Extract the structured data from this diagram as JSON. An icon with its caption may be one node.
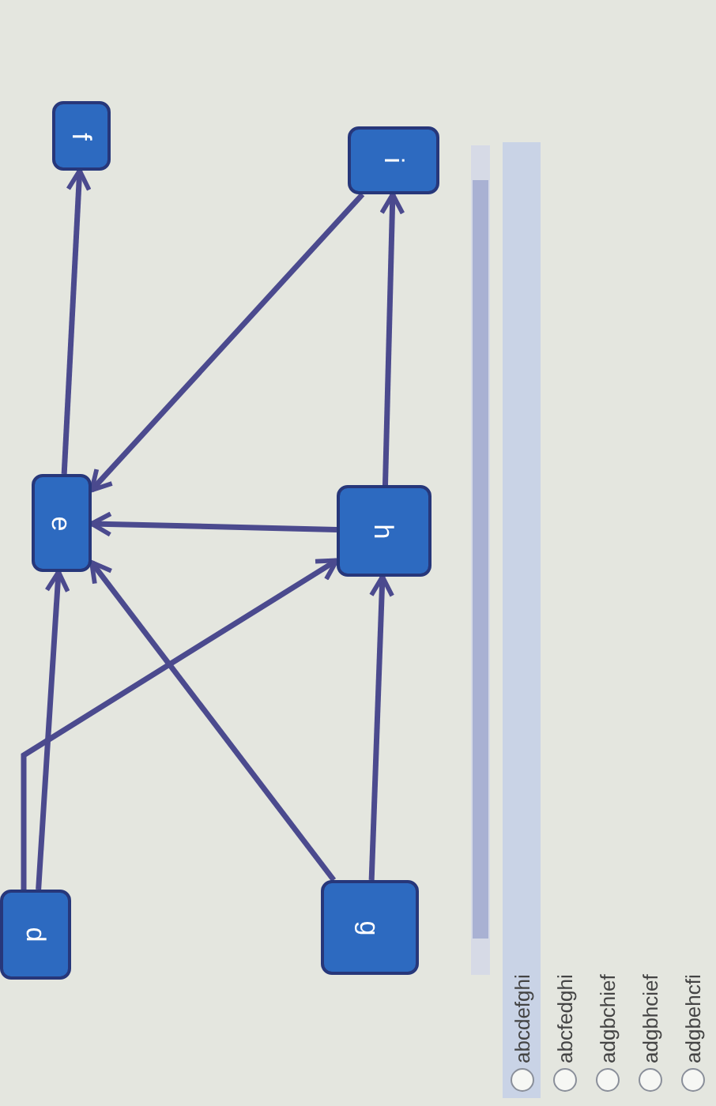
{
  "diagram": {
    "nodes": [
      {
        "text": [
          "d"
        ]
      },
      {
        "text": [
          "e"
        ]
      },
      {
        "text": [
          "f"
        ]
      },
      {
        "text": [
          "g"
        ]
      },
      {
        "text": [
          "h"
        ]
      },
      {
        "text": [
          "i"
        ]
      }
    ],
    "edges": [
      {
        "from": 0,
        "to": 1,
        "arrow": "to"
      },
      {
        "from": 0,
        "to": 4,
        "arrow": "to"
      },
      {
        "from": 1,
        "to": 2,
        "arrow": "to"
      },
      {
        "from": 3,
        "to": 1,
        "arrow": "to"
      },
      {
        "from": 3,
        "to": 4,
        "arrow": "to"
      },
      {
        "from": 4,
        "to": 1,
        "arrow": "to"
      },
      {
        "from": 4,
        "to": 5,
        "arrow": "to"
      },
      {
        "from": 5,
        "to": 1,
        "arrow": "to"
      }
    ],
    "labels": [
      "abcdefghi",
      "abcfedghi",
      "adgbchief",
      "adgbhcief",
      "adgbehcfi"
    ]
  }
}
